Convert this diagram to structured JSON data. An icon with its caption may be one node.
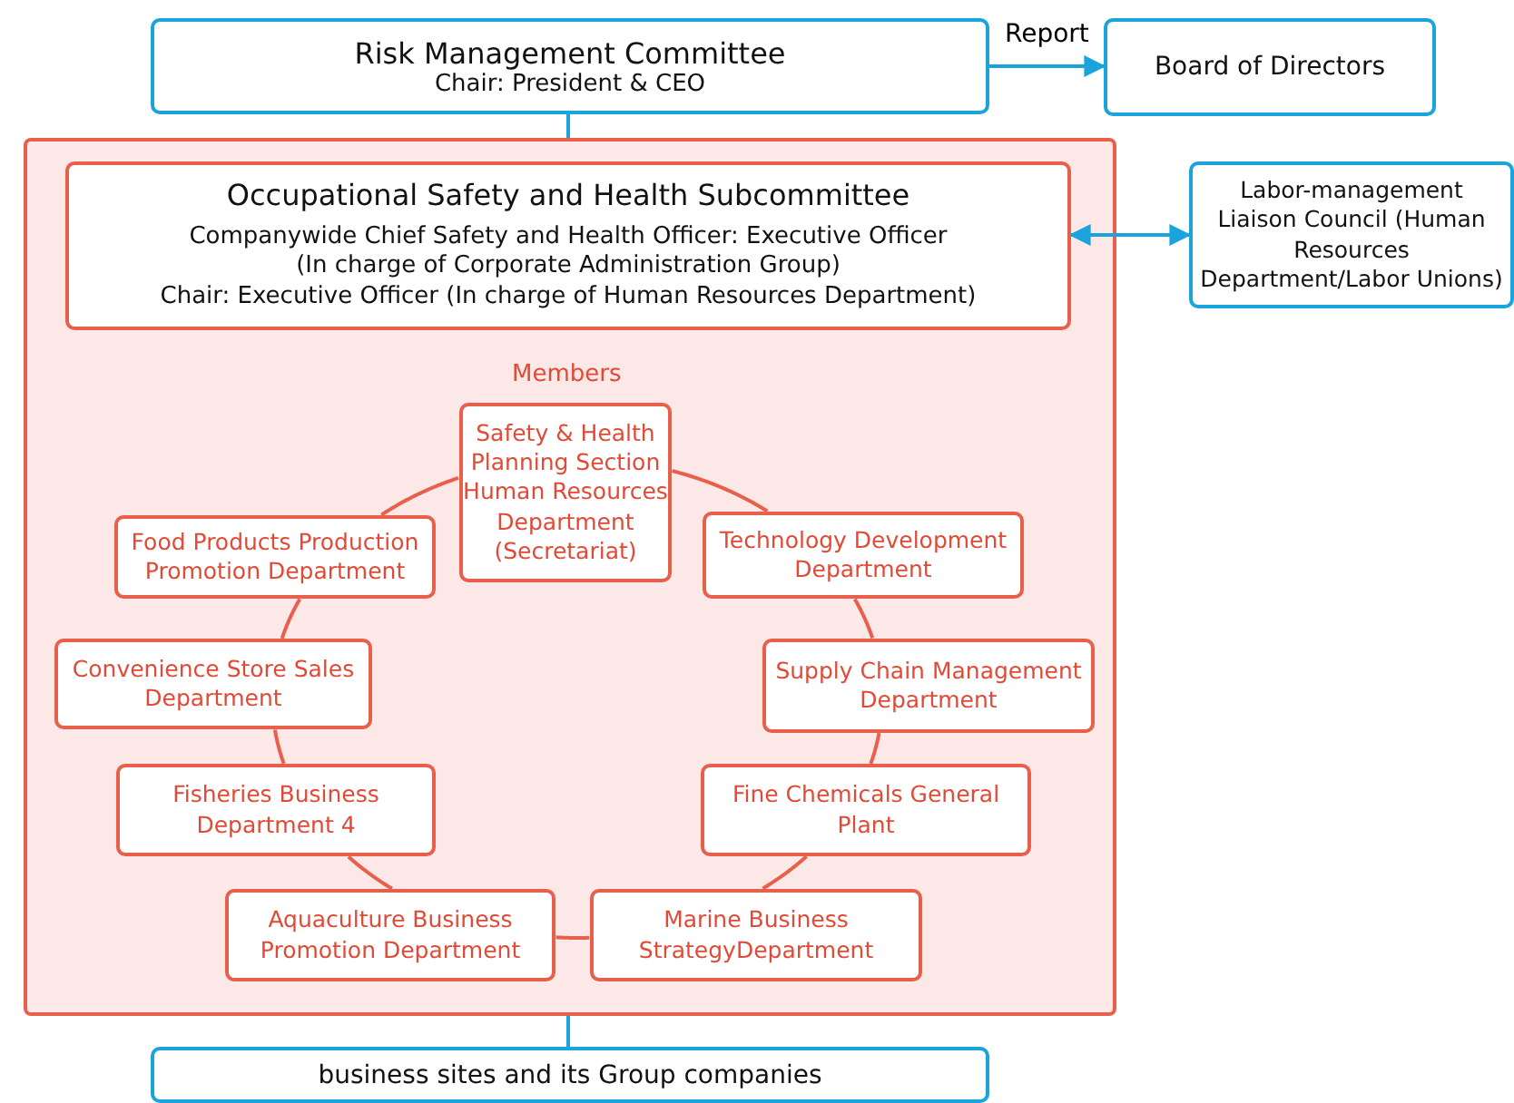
{
  "diagram": {
    "nodes": [
      {
        "text": [
          "Risk Management Committee",
          "Chair: President & CEO"
        ]
      },
      {
        "text": [
          "Board of Directors"
        ]
      },
      {
        "text": [],
        "shape": "box"
      },
      {
        "text": [
          "Occupational Safety and Health Subcommittee",
          "Companywide Chief Safety and Health Officer: Executive Officer (In charge of Corporate Administration Group)",
          "Chair: Executive Officer (In charge of Human Resources Department)"
        ],
        "in": 2
      },
      {
        "text": [
          "Labor-management Liaison Council (Human Resources Department/Labor Unions)"
        ]
      },
      {
        "text": [
          "Safety & Health Planning Section Human Resources Department (Secretariat)"
        ],
        "in": 2
      },
      {
        "text": [
          "Food Products Production Promotion Department"
        ],
        "in": 2
      },
      {
        "text": [
          "Technology Development Department"
        ],
        "in": 2
      },
      {
        "text": [
          "Convenience Store Sales Department"
        ],
        "in": 2
      },
      {
        "text": [
          "Supply Chain Management Department"
        ],
        "in": 2
      },
      {
        "text": [
          "Fisheries Business Department 4"
        ],
        "in": 2
      },
      {
        "text": [
          "Fine Chemicals General Plant"
        ],
        "in": 2
      },
      {
        "text": [
          "Aquaculture Business Promotion Department"
        ],
        "in": 2
      },
      {
        "text": [
          "Marine Business StrategyDepartment"
        ],
        "in": 2
      },
      {
        "text": [
          "business sites and its Group companies"
        ]
      }
    ],
    "edges": [
      {
        "from": 0,
        "to": 1,
        "arrow": "to",
        "label": "Report",
        "color": "#1ba4dc"
      },
      {
        "from": 0,
        "to": 2,
        "arrow": "none",
        "color": "#1ba4dc"
      },
      {
        "from": 3,
        "to": 4,
        "arrow": "both",
        "color": "#1ba4dc"
      },
      {
        "from": 2,
        "to": 14,
        "arrow": "none",
        "color": "#1ba4dc"
      },
      {
        "from": 5,
        "to": 7,
        "arrow": "none"
      },
      {
        "from": 7,
        "to": 9,
        "arrow": "none"
      },
      {
        "from": 9,
        "to": 11,
        "arrow": "none"
      },
      {
        "from": 11,
        "to": 13,
        "arrow": "none"
      },
      {
        "from": 13,
        "to": 12,
        "arrow": "none"
      },
      {
        "from": 12,
        "to": 10,
        "arrow": "none"
      },
      {
        "from": 10,
        "to": 8,
        "arrow": "none"
      },
      {
        "from": 8,
        "to": 6,
        "arrow": "none"
      },
      {
        "from": 6,
        "to": 5,
        "arrow": "none"
      }
    ],
    "labels": [
      "Members"
    ]
  }
}
